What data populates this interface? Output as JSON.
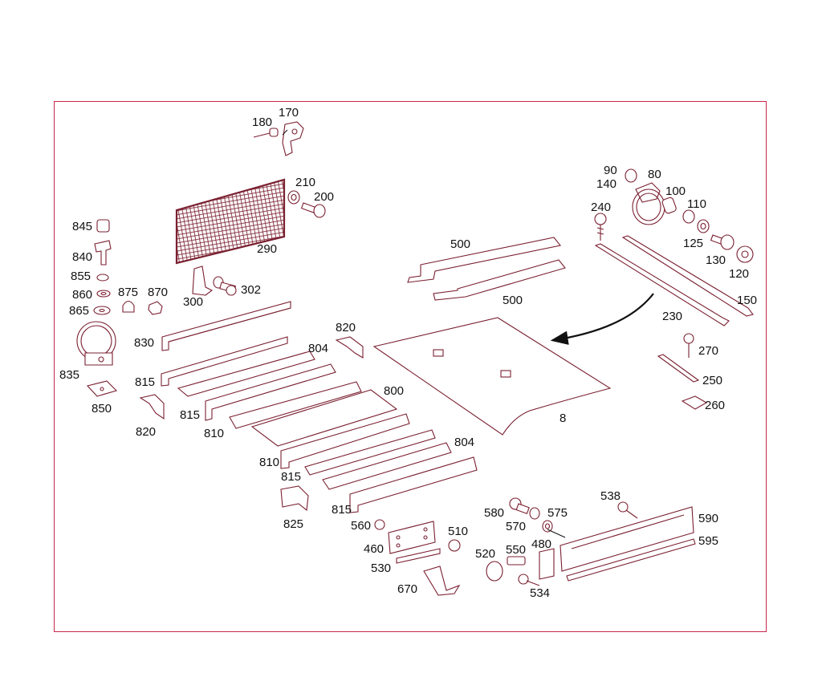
{
  "diagram": {
    "frame_color": "#c8284a",
    "line_color": "#7a2030",
    "callouts": [
      "170",
      "180",
      "210",
      "200",
      "290",
      "90",
      "140",
      "80",
      "100",
      "110",
      "240",
      "125",
      "130",
      "120",
      "150",
      "230",
      "845",
      "840",
      "855",
      "860",
      "875",
      "870",
      "865",
      "300",
      "302",
      "500",
      "500",
      "820",
      "830",
      "804",
      "835",
      "815",
      "850",
      "820",
      "815",
      "810",
      "800",
      "8",
      "810",
      "815",
      "804",
      "815",
      "825",
      "270",
      "250",
      "260",
      "560",
      "460",
      "510",
      "530",
      "670",
      "580",
      "570",
      "575",
      "538",
      "590",
      "595",
      "520",
      "550",
      "480",
      "534"
    ]
  }
}
